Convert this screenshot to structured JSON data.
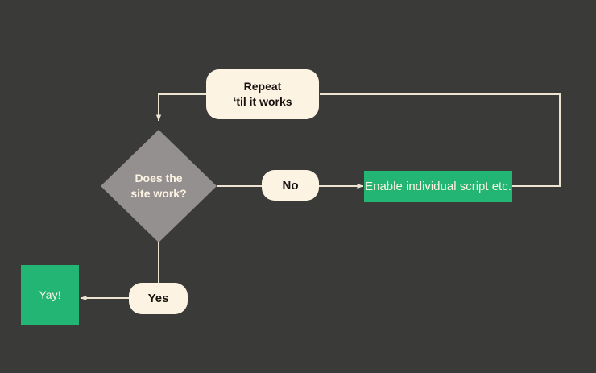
{
  "diagram": {
    "title": "Does the site work flowchart",
    "background_color": "#3a3a38",
    "edge_color": "#ece3d2",
    "nodes": {
      "repeat": {
        "id": "repeat",
        "shape": "rounded-rect",
        "label_line1": "Repeat",
        "label_line2": "‘til it works",
        "fill": "#fdf3e3",
        "text_color": "#16120e"
      },
      "decision": {
        "id": "decision",
        "shape": "diamond",
        "label": "Does the\nsite work?",
        "fill": "#94908f",
        "text_color": "#fdf3e3"
      },
      "no": {
        "id": "no",
        "shape": "rounded-rect",
        "label": "No",
        "fill": "#fdf3e3",
        "text_color": "#16120e"
      },
      "action": {
        "id": "action",
        "shape": "rect",
        "label": "Enable individual script etc.",
        "fill": "#22b573",
        "text_color": "#fdf3e3"
      },
      "yes": {
        "id": "yes",
        "shape": "rounded-rect",
        "label": "Yes",
        "fill": "#fdf3e3",
        "text_color": "#16120e"
      },
      "yay": {
        "id": "yay",
        "shape": "rect",
        "label": "Yay!",
        "fill": "#22b573",
        "text_color": "#fdf3e3"
      }
    },
    "edges": [
      {
        "id": "repeat-to-decision",
        "from": "repeat",
        "to": "decision",
        "arrow": true,
        "label": ""
      },
      {
        "id": "decision-to-no",
        "from": "decision",
        "to": "no",
        "arrow": false,
        "label": ""
      },
      {
        "id": "no-to-action",
        "from": "no",
        "to": "action",
        "arrow": true,
        "label": ""
      },
      {
        "id": "action-to-repeat",
        "from": "action",
        "to": "repeat",
        "arrow": false,
        "label": ""
      },
      {
        "id": "decision-to-yes",
        "from": "decision",
        "to": "yes",
        "arrow": false,
        "label": ""
      },
      {
        "id": "yes-to-yay",
        "from": "yes",
        "to": "yay",
        "arrow": true,
        "label": ""
      }
    ]
  }
}
